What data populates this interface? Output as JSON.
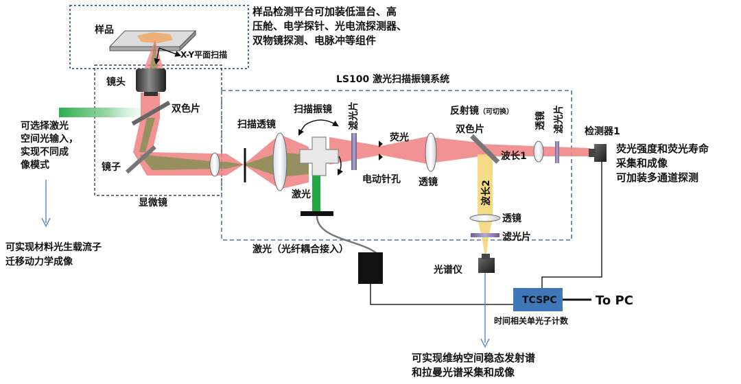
{
  "labels": {
    "sample": "样品",
    "xy_scan": "X-Y平面扫描",
    "platform_note": [
      "样品检测平台可加装低温台、高",
      "压舱、电学探针、光电流探测器、",
      "双物镜探测、电脉冲等组件"
    ],
    "objective": "镜头",
    "dichroic_left": "双色片",
    "mirror": "镜子",
    "microscope": "显微镜",
    "laser_input": [
      "可选择激光",
      "空间光输入，",
      "实现不同成",
      "像模式"
    ],
    "carrier_imaging": [
      "可实现材料光生载流子",
      "迁移动力学成像"
    ],
    "ls100_title": "LS100 激光扫描振镜系统",
    "scan_lens": "扫描透镜",
    "galvo": "扫描振镜",
    "filter_v1": "滤光片",
    "fluorescence": "荧光",
    "pinhole": "电动针孔",
    "lens_mid": "透镜",
    "laser_v": "激光",
    "mirror_switch_main": "反射镜",
    "mirror_switch_sub": "（可切换）",
    "dichroic_right": "双色片",
    "lens_v": "透镜",
    "filter_v2": "滤光片",
    "wavelength1": "波长1",
    "wavelength2": "波长2",
    "lens_lower": "透镜",
    "filter_lower": "滤光片",
    "detector1": "检测器1",
    "fl_note": [
      "荧光强度和荧光寿命",
      "采集和成像",
      "可加装多通道探测"
    ],
    "laser_fiber": "激光（光纤耦合接入）",
    "spectrometer": "光谱仪",
    "tcspc": "TCSPC",
    "to_pc": "To PC",
    "tcspc_desc": "时间相关单光子计数",
    "spectra_note": [
      "可实现维纳空间稳态发射谱",
      "和拉曼光谱采集和成像"
    ]
  },
  "colors": {
    "beam_red": "#f08080",
    "beam_green": "#6f8f4a",
    "laser_green": "#22a845",
    "beam_yellow": "#f5d77a",
    "dashed_blue": "#4a6f9c",
    "tcspc_fill": "#3f78b8",
    "arrow_blue": "#5a8fd0"
  },
  "icons": [
    "objective-lens-icon",
    "galvo-mirror-icon",
    "detector-icon",
    "laser-source-icon",
    "spectrometer-icon"
  ]
}
